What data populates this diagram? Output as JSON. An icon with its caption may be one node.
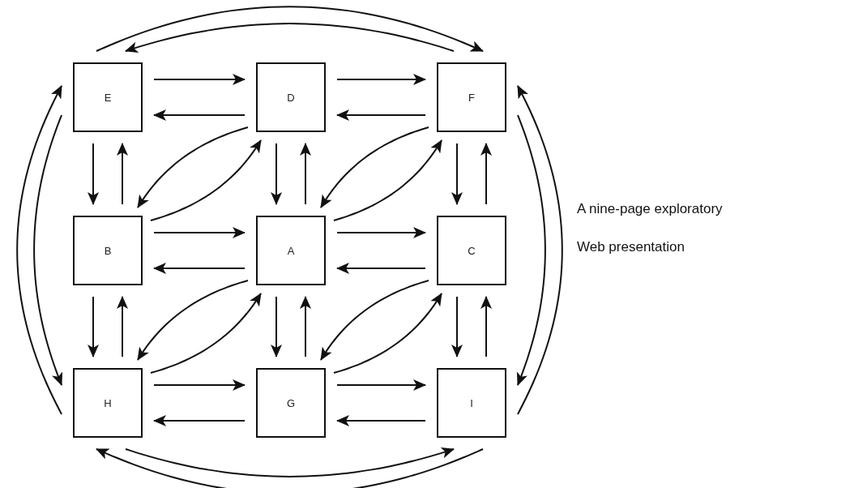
{
  "diagram": {
    "nodes": [
      {
        "text": [
          "E"
        ]
      },
      {
        "text": [
          "D"
        ]
      },
      {
        "text": [
          "F"
        ]
      },
      {
        "text": [
          "B"
        ]
      },
      {
        "text": [
          "A"
        ]
      },
      {
        "text": [
          "C"
        ]
      },
      {
        "text": [
          "H"
        ]
      },
      {
        "text": [
          "G"
        ]
      },
      {
        "text": [
          "I"
        ]
      }
    ],
    "edges": [
      {
        "from": 0,
        "to": 1,
        "arrow": "to"
      },
      {
        "from": 1,
        "to": 0,
        "arrow": "to"
      },
      {
        "from": 1,
        "to": 2,
        "arrow": "to"
      },
      {
        "from": 2,
        "to": 1,
        "arrow": "to"
      },
      {
        "from": 3,
        "to": 4,
        "arrow": "to"
      },
      {
        "from": 4,
        "to": 3,
        "arrow": "to"
      },
      {
        "from": 4,
        "to": 5,
        "arrow": "to"
      },
      {
        "from": 5,
        "to": 4,
        "arrow": "to"
      },
      {
        "from": 6,
        "to": 7,
        "arrow": "to"
      },
      {
        "from": 7,
        "to": 6,
        "arrow": "to"
      },
      {
        "from": 7,
        "to": 8,
        "arrow": "to"
      },
      {
        "from": 8,
        "to": 7,
        "arrow": "to"
      },
      {
        "from": 0,
        "to": 3,
        "arrow": "to"
      },
      {
        "from": 3,
        "to": 0,
        "arrow": "to"
      },
      {
        "from": 1,
        "to": 4,
        "arrow": "to"
      },
      {
        "from": 4,
        "to": 1,
        "arrow": "to"
      },
      {
        "from": 2,
        "to": 5,
        "arrow": "to"
      },
      {
        "from": 5,
        "to": 2,
        "arrow": "to"
      },
      {
        "from": 3,
        "to": 6,
        "arrow": "to"
      },
      {
        "from": 6,
        "to": 3,
        "arrow": "to"
      },
      {
        "from": 4,
        "to": 7,
        "arrow": "to"
      },
      {
        "from": 7,
        "to": 4,
        "arrow": "to"
      },
      {
        "from": 5,
        "to": 8,
        "arrow": "to"
      },
      {
        "from": 8,
        "to": 5,
        "arrow": "to"
      },
      {
        "from": 3,
        "to": 1,
        "arrow": "to"
      },
      {
        "from": 1,
        "to": 3,
        "arrow": "to"
      },
      {
        "from": 4,
        "to": 2,
        "arrow": "to"
      },
      {
        "from": 2,
        "to": 4,
        "arrow": "to"
      },
      {
        "from": 6,
        "to": 4,
        "arrow": "to"
      },
      {
        "from": 4,
        "to": 6,
        "arrow": "to"
      },
      {
        "from": 7,
        "to": 5,
        "arrow": "to"
      },
      {
        "from": 5,
        "to": 7,
        "arrow": "to"
      },
      {
        "from": 0,
        "to": 2,
        "arrow": "to"
      },
      {
        "from": 2,
        "to": 0,
        "arrow": "to"
      },
      {
        "from": 6,
        "to": 0,
        "arrow": "to"
      },
      {
        "from": 0,
        "to": 6,
        "arrow": "to"
      },
      {
        "from": 8,
        "to": 2,
        "arrow": "to"
      },
      {
        "from": 2,
        "to": 8,
        "arrow": "to"
      },
      {
        "from": 6,
        "to": 8,
        "arrow": "to"
      },
      {
        "from": 8,
        "to": 6,
        "arrow": "to"
      }
    ],
    "labels": [
      "A nine-page exploratory Web presentation"
    ]
  }
}
